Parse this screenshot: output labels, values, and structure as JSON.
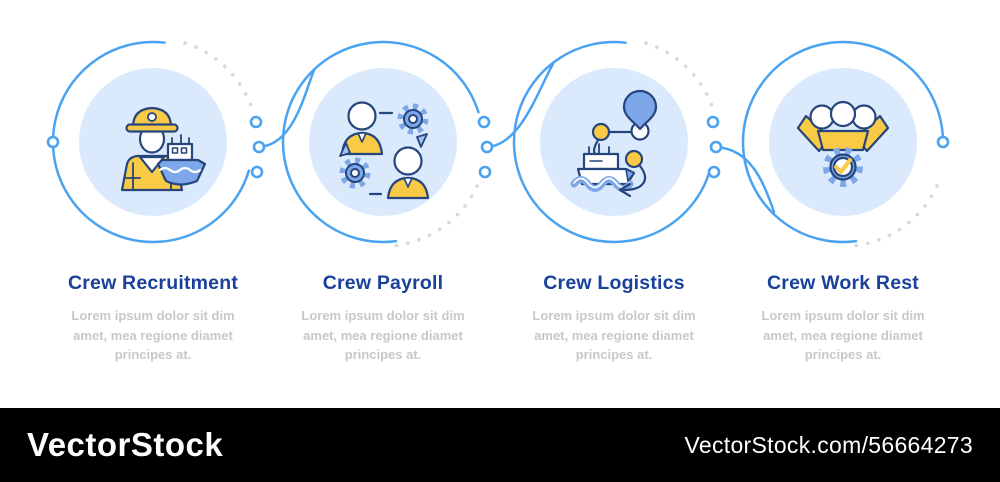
{
  "steps": [
    {
      "title": "Crew Recruitment",
      "description": "Lorem ipsum dolor sit dim amet, mea regione diamet principes at.",
      "icon": "worker-and-ship-icon"
    },
    {
      "title": "Crew Payroll",
      "description": "Lorem ipsum dolor sit dim amet, mea regione diamet principes at.",
      "icon": "people-gears-cycle-icon"
    },
    {
      "title": "Crew Logistics",
      "description": "Lorem ipsum dolor sit dim amet, mea regione diamet principes at.",
      "icon": "ship-route-pin-icon"
    },
    {
      "title": "Crew Work Rest",
      "description": "Lorem ipsum dolor sit dim amet, mea regione diamet principes at.",
      "icon": "team-gear-check-icon"
    }
  ],
  "watermark": {
    "logo": "VectorStock",
    "url_label": "VectorStock.com/56664273"
  },
  "colors": {
    "accent_blue": "#4aa3f0",
    "circle_fill": "#daeafc",
    "icon_navy": "#25457c",
    "icon_blue": "#7da7e8",
    "icon_yellow": "#f8ca45",
    "title_blue": "#19419b",
    "desc_gray": "#c7c8cc",
    "dot_gray": "#d8d8d8",
    "footer_bg": "#000000"
  }
}
